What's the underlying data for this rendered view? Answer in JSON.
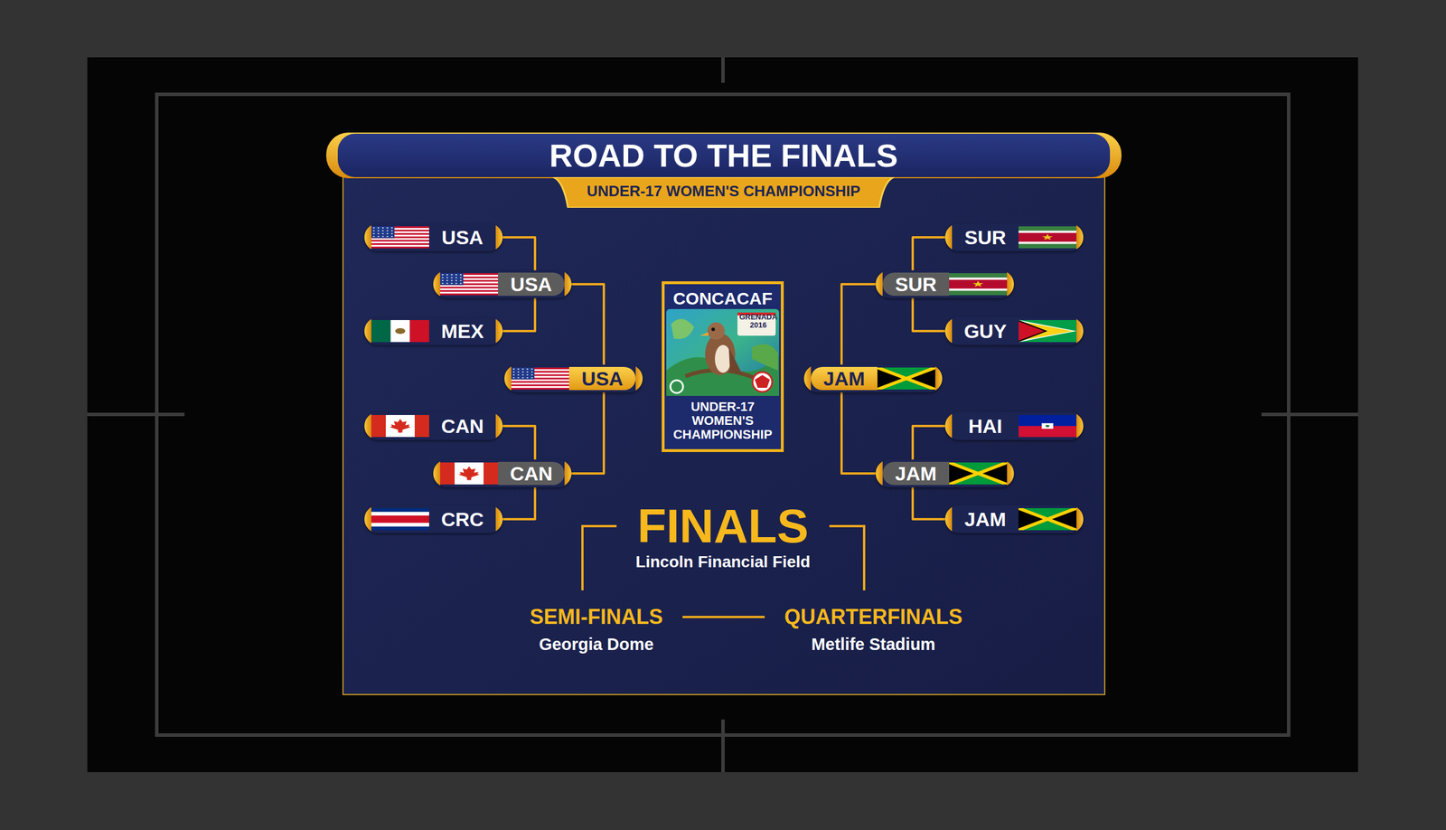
{
  "diagram": {
    "title": "ROAD TO THE FINALS",
    "nodes": [
      {
        "text": [
          "UNDER-17 WOMEN'S CHAMPIONSHIP"
        ]
      },
      {
        "text": [
          "CONCACAF",
          "GRENADA 2016",
          "UNDER-17 WOMEN'S CHAMPIONSHIP"
        ]
      },
      {
        "text": [
          "USA"
        ]
      },
      {
        "text": [
          "USA"
        ]
      },
      {
        "text": [
          "MEX"
        ]
      },
      {
        "text": [
          "USA"
        ]
      },
      {
        "text": [
          "CAN"
        ]
      },
      {
        "text": [
          "CAN"
        ]
      },
      {
        "text": [
          "CRC"
        ]
      },
      {
        "text": [
          "SUR"
        ]
      },
      {
        "text": [
          "SUR"
        ]
      },
      {
        "text": [
          "GUY"
        ]
      },
      {
        "text": [
          "JAM"
        ]
      },
      {
        "text": [
          "HAI"
        ]
      },
      {
        "text": [
          "JAM"
        ]
      },
      {
        "text": [
          "JAM"
        ]
      }
    ],
    "edges": [
      {
        "from": 2,
        "to": 3,
        "arrow": "none"
      },
      {
        "from": 4,
        "to": 3,
        "arrow": "none"
      },
      {
        "from": 3,
        "to": 5,
        "arrow": "none"
      },
      {
        "from": 6,
        "to": 7,
        "arrow": "none"
      },
      {
        "from": 8,
        "to": 7,
        "arrow": "none"
      },
      {
        "from": 7,
        "to": 5,
        "arrow": "none"
      },
      {
        "from": 9,
        "to": 10,
        "arrow": "none"
      },
      {
        "from": 11,
        "to": 10,
        "arrow": "none"
      },
      {
        "from": 10,
        "to": 12,
        "arrow": "none"
      },
      {
        "from": 13,
        "to": 14,
        "arrow": "none"
      },
      {
        "from": 15,
        "to": 14,
        "arrow": "none"
      },
      {
        "from": 14,
        "to": 12,
        "arrow": "none"
      }
    ],
    "labels": [
      "FINALS",
      "Lincoln Financial Field",
      "SEMI-FINALS",
      "Georgia Dome",
      "QUARTERFINALS",
      "Metlife Stadium"
    ]
  }
}
